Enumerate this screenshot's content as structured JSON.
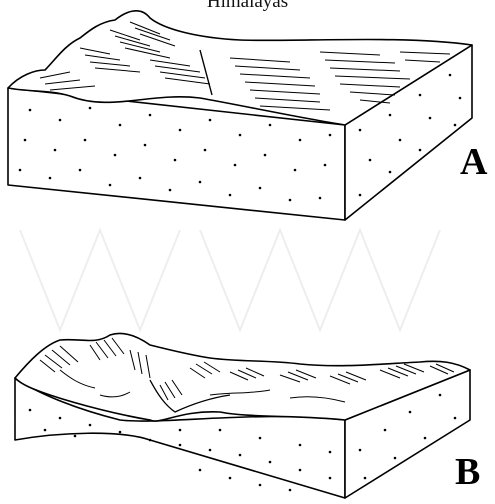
{
  "figure": {
    "title": "Himalayas",
    "blocks": [
      {
        "label": "A",
        "surface": "smooth-glaciated"
      },
      {
        "label": "B",
        "surface": "rugged-hills"
      }
    ]
  },
  "colors": {
    "ink": "#000000",
    "background": "#ffffff",
    "watermark": "#eeeeee"
  }
}
